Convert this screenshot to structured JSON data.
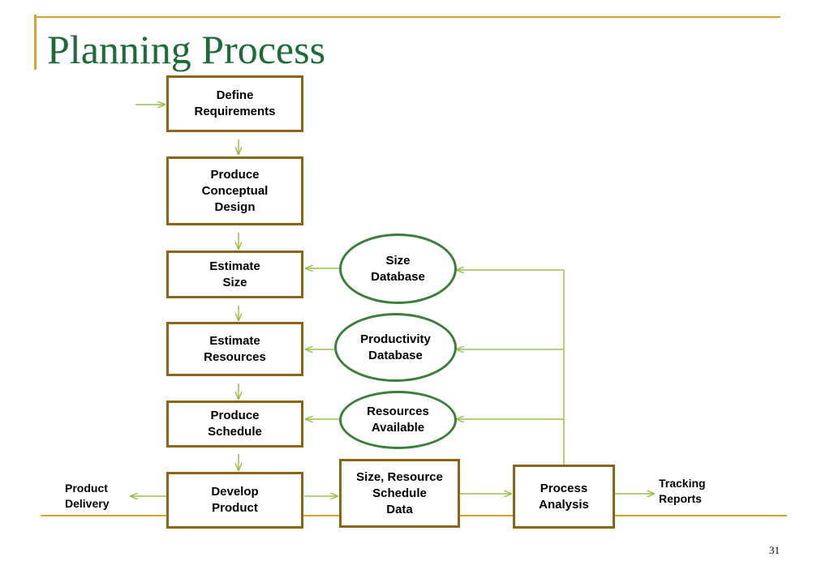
{
  "title": "Planning Process",
  "page_number": "31",
  "process_boxes": {
    "define_requirements": "Define\nRequirements",
    "produce_conceptual_design": "Produce\nConceptual\nDesign",
    "estimate_size": "Estimate\nSize",
    "estimate_resources": "Estimate\nResources",
    "produce_schedule": "Produce\nSchedule",
    "develop_product": "Develop\nProduct",
    "size_resource_schedule_data": "Size, Resource\nSchedule\nData",
    "process_analysis": "Process\nAnalysis"
  },
  "databases": {
    "size_database": "Size\nDatabase",
    "productivity_database": "Productivity\nDatabase",
    "resources_available": "Resources\nAvailable"
  },
  "outputs": {
    "product_delivery": "Product\nDelivery",
    "tracking_reports": "Tracking\nReports"
  },
  "colors": {
    "title": "#1e6b3a",
    "rule": "#d4a72c",
    "box_border": "#8b6414",
    "oval_border": "#3b7f3a",
    "arrow": "#9bbf4e"
  }
}
